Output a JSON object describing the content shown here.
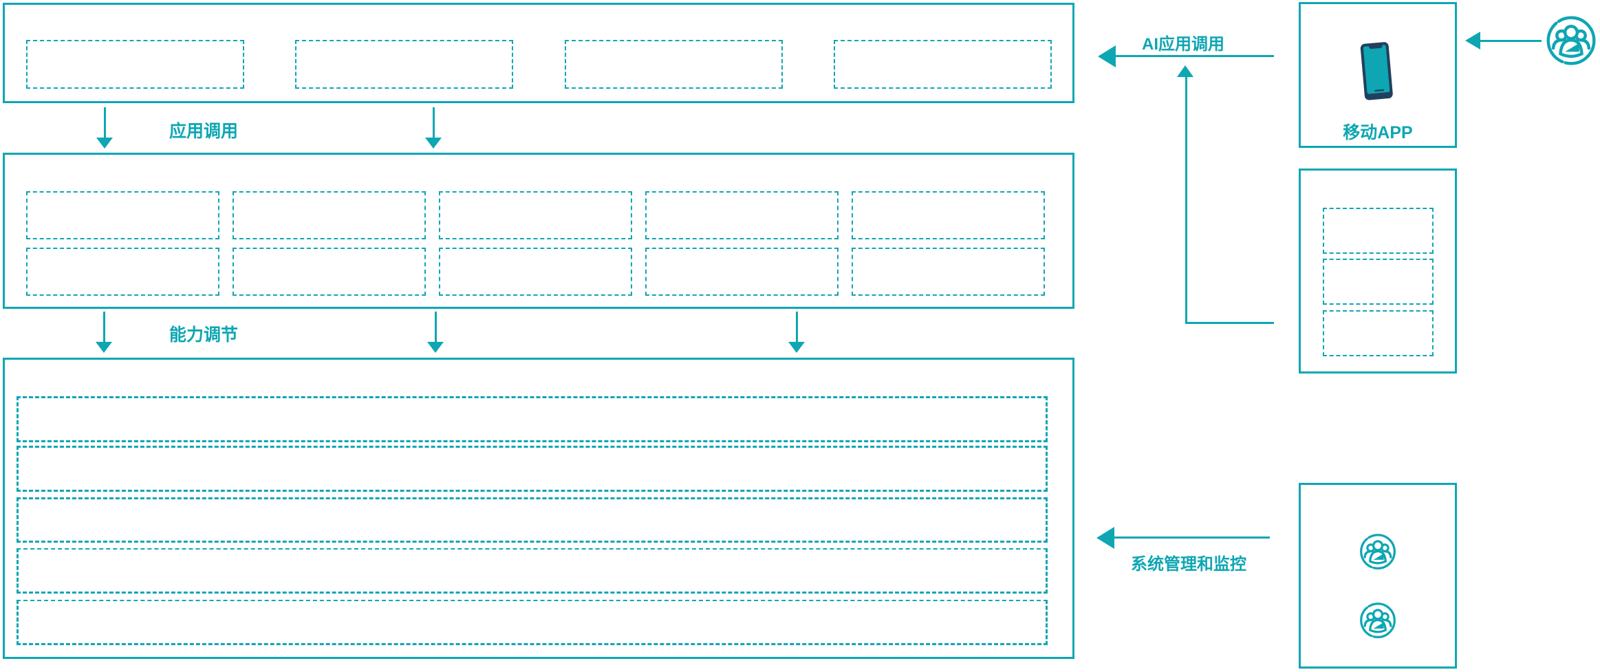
{
  "colors": {
    "teal": "#0ea6b3",
    "dark": "#21405e",
    "bg": "#ffffff"
  },
  "labels": {
    "app_call": "应用调用",
    "capability_adjust": "能力调节",
    "ai_app_call": "AI应用调用",
    "mobile_app": "移动APP",
    "system_monitor": "系统管理和监控"
  },
  "structure": {
    "top_layer_placeholders": 4,
    "middle_layer_rows": 2,
    "middle_layer_cols": 5,
    "bottom_layer_bands": 5,
    "app_list_placeholders": 3,
    "monitor_user_icons": 2
  },
  "icons": {
    "phone": "smartphone-icon",
    "users": "users-icon"
  }
}
